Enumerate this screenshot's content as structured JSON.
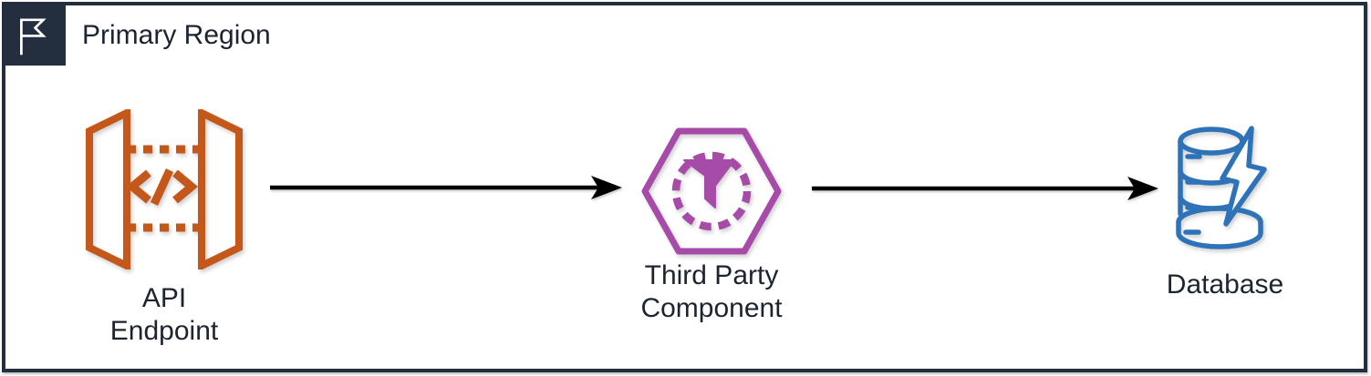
{
  "region": {
    "label": "Primary Region"
  },
  "nodes": {
    "api": {
      "label": "API Endpoint",
      "icon": "api-gateway-endpoint-icon",
      "color": "#C4571A"
    },
    "third_party": {
      "label": "Third Party\nComponent",
      "icon": "filter-hexagon-icon",
      "color": "#A64CA8"
    },
    "database": {
      "label": "Database",
      "icon": "database-lightning-icon",
      "color": "#2E73B8"
    }
  },
  "edges": [
    {
      "from": "API Endpoint",
      "to": "Third Party Component",
      "style": "solid-arrow"
    },
    {
      "from": "Third Party Component",
      "to": "Database",
      "style": "solid-arrow"
    }
  ],
  "colors": {
    "frame": "#232F3E",
    "label_text": "#1C2430",
    "api_endpoint": "#C4571A",
    "third_party": "#A64CA8",
    "database": "#2E73B8",
    "arrow": "#000000",
    "background": "#FFFFFF"
  }
}
